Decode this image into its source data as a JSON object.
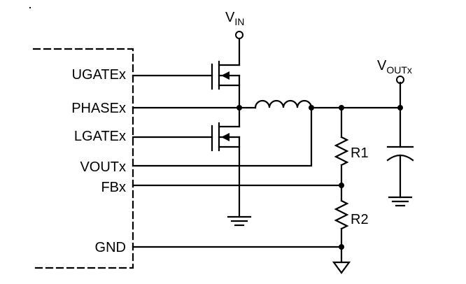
{
  "pins": {
    "ugate": "UGATEx",
    "phase": "PHASEx",
    "lgate": "LGATEx",
    "vout": "VOUTx",
    "fb": "FBx",
    "gnd": "GND"
  },
  "supply": {
    "vin_main": "V",
    "vin_sub": "IN",
    "vout_main": "V",
    "vout_sub": "OUTx"
  },
  "components": {
    "r1": "R1",
    "r2": "R2"
  },
  "colors": {
    "line": "#000000",
    "background": "#ffffff"
  }
}
